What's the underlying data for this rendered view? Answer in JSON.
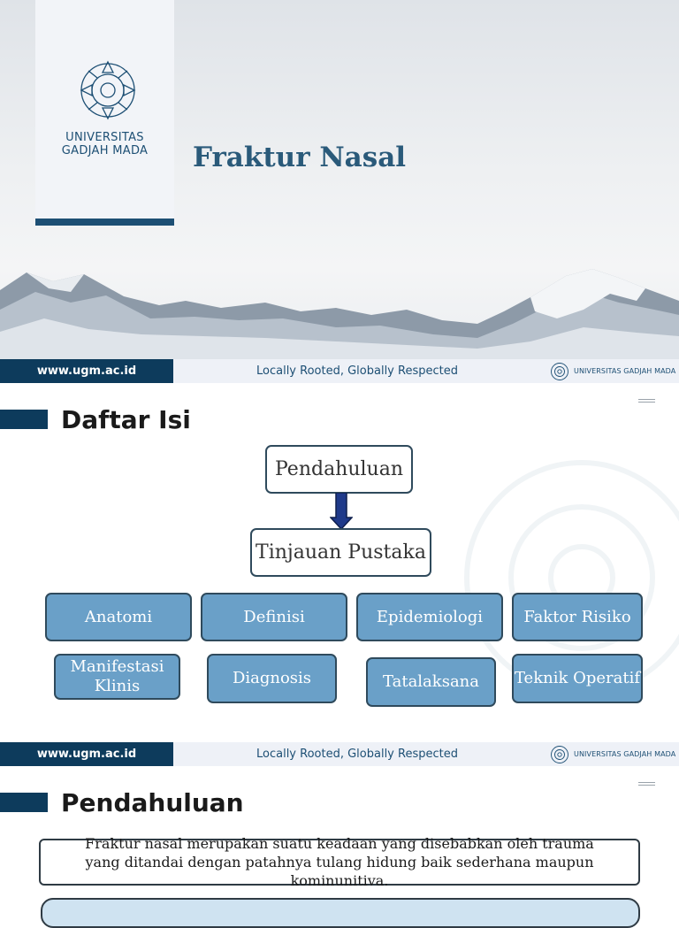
{
  "slide1": {
    "logo_line1": "UNIVERSITAS",
    "logo_line2": "GADJAH MADA",
    "title": "Fraktur Nasal"
  },
  "footer": {
    "url": "www.ugm.ac.id",
    "tagline": "Locally Rooted, Globally Respected",
    "brand": "UNIVERSITAS GADJAH MADA"
  },
  "slide2": {
    "heading": "Daftar Isi",
    "top_box": "Pendahuluan",
    "second_box": "Tinjauan Pustaka",
    "row1": [
      "Anatomi",
      "Definisi",
      "Epidemiologi",
      "Faktor Risiko"
    ],
    "row2": [
      "Manifestasi Klinis",
      "Diagnosis",
      "Tatalaksana",
      "Teknik Operatif"
    ]
  },
  "slide3": {
    "heading": "Pendahuluan",
    "definition": "Fraktur nasal merupakan suatu keadaan yang disebabkan oleh trauma yang ditandai dengan patahnya tulang hidung baik sederhana maupun kominunitiva."
  },
  "colors": {
    "navy": "#0d3b5c",
    "title_blue": "#2a5a7a",
    "box_blue": "#6aa0c8",
    "arrow_blue": "#1f3a8a"
  }
}
